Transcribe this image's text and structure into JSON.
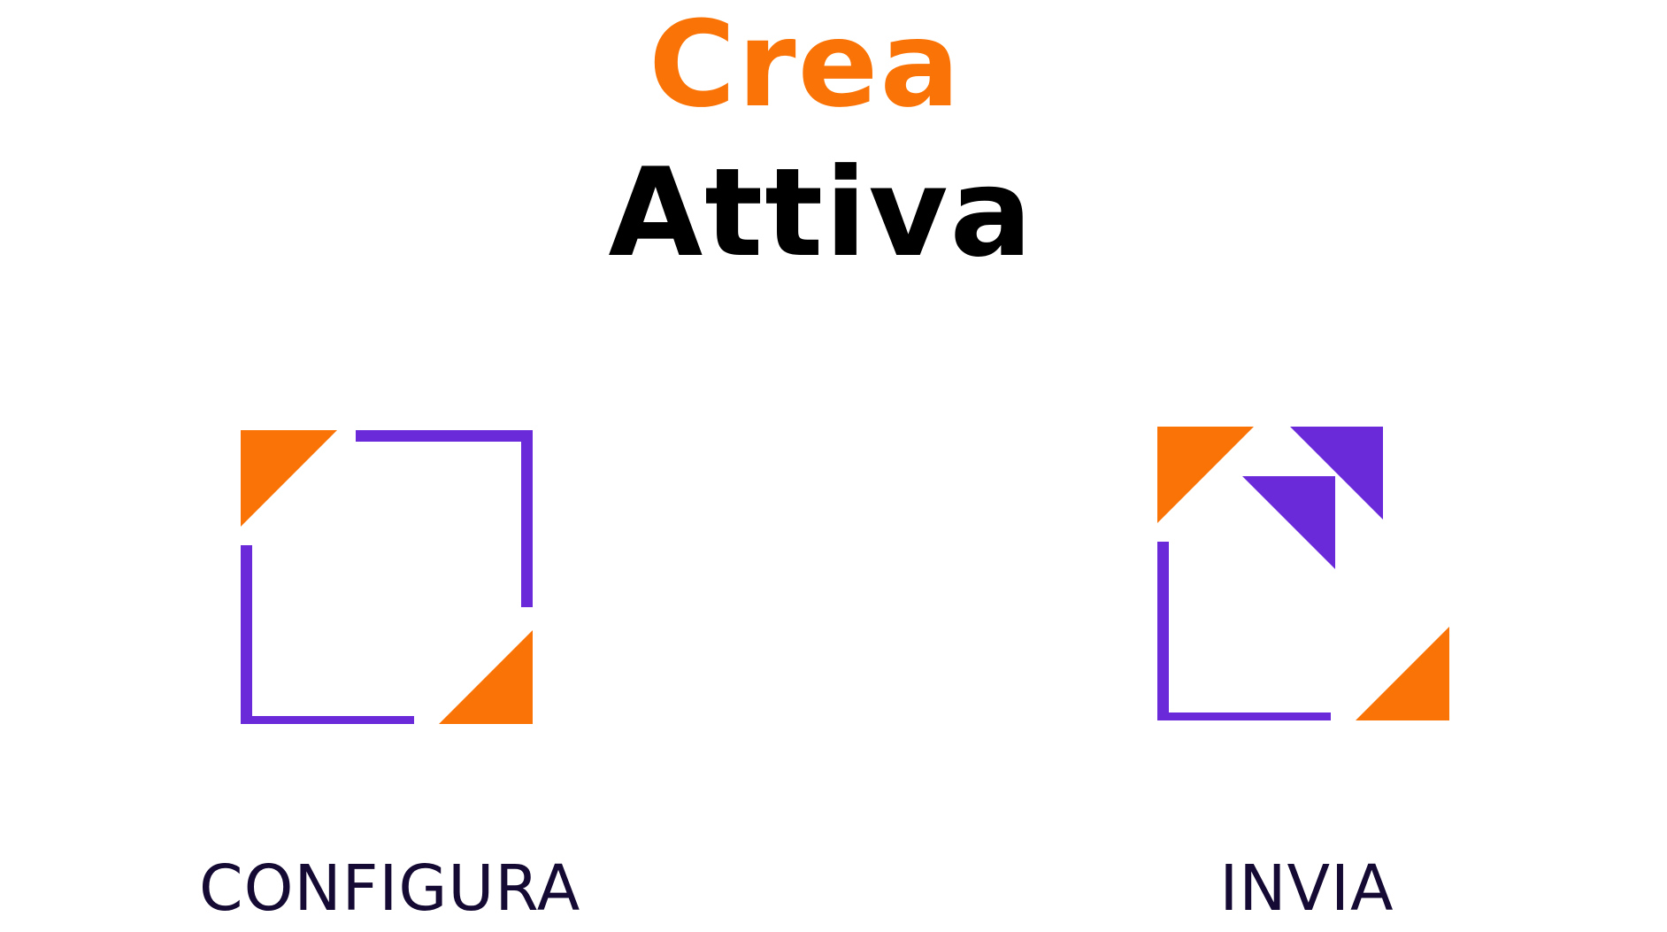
{
  "title": {
    "line1": "Crea",
    "line2": "Attiva"
  },
  "options": [
    {
      "label": "CONFIGURA",
      "icon": "frame-corners-icon"
    },
    {
      "label": "INVIA",
      "icon": "frame-corners-send-icon"
    }
  ],
  "colors": {
    "orange": "#fa7306",
    "purple": "#6b2ad9",
    "title": "#000000",
    "label": "#150a33",
    "background": "#ffffff"
  }
}
